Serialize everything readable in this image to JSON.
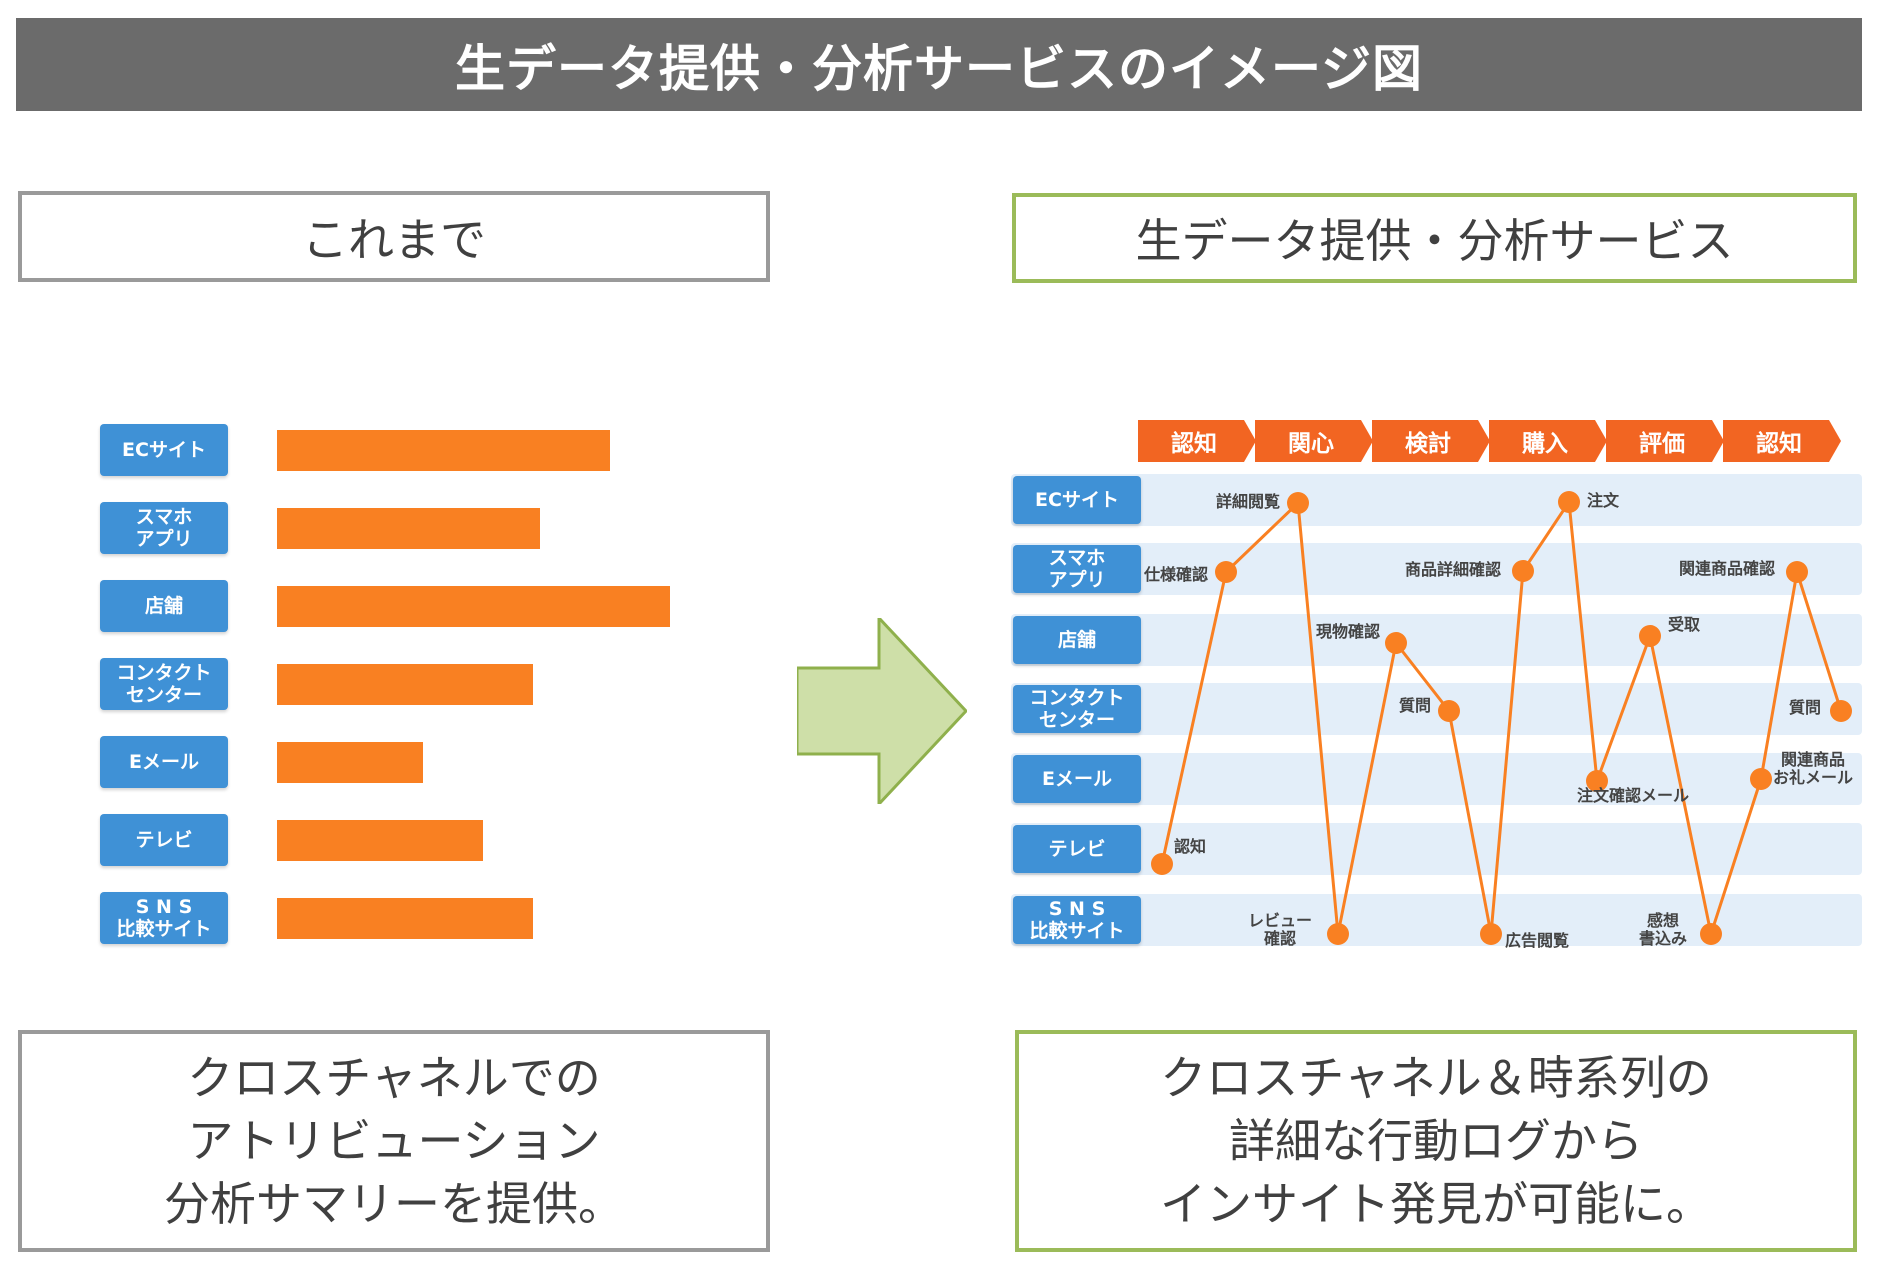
{
  "title": "生データ提供・分析サービスのイメージ図",
  "colors": {
    "title_bg": "#6b6b6b",
    "channel_blue": "#3f91d6",
    "orange": "#f98022",
    "lane_bg": "#e3eef9",
    "green_border": "#9bbb59",
    "arrow_fill": "#cedfa8"
  },
  "left": {
    "heading": "これまで",
    "description_lines": [
      "クロスチャネルでの",
      "アトリビューション",
      "分析サマリーを提供。"
    ]
  },
  "right": {
    "heading": "生データ提供・分析サービス",
    "description_lines": [
      "クロスチャネル＆時系列の",
      "詳細な行動ログから",
      "インサイト発見が可能に。"
    ]
  },
  "channels": [
    {
      "lines": [
        "ECサイト"
      ]
    },
    {
      "lines": [
        "スマホ",
        "アプリ"
      ]
    },
    {
      "lines": [
        "店舗"
      ]
    },
    {
      "lines": [
        "コンタクト",
        "センター"
      ]
    },
    {
      "lines": [
        "Eメール"
      ]
    },
    {
      "lines": [
        "テレビ"
      ]
    },
    {
      "lines": [
        "S N S",
        "比較サイト"
      ]
    }
  ],
  "chart_data": {
    "type": "bar",
    "orientation": "horizontal",
    "categories": [
      "ECサイト",
      "スマホアプリ",
      "店舗",
      "コンタクトセンター",
      "Eメール",
      "テレビ",
      "SNS比較サイト"
    ],
    "values": [
      333,
      263,
      393,
      256,
      146,
      206,
      256
    ],
    "axis_shown": false
  },
  "journey": {
    "stages": [
      "認知",
      "関心",
      "検討",
      "購入",
      "評価",
      "認知"
    ],
    "touchpoints": [
      {
        "label": [
          "認知"
        ],
        "channel": 5
      },
      {
        "label": [
          "仕様確認"
        ],
        "channel": 1
      },
      {
        "label": [
          "詳細閲覧"
        ],
        "channel": 0
      },
      {
        "label": [
          "レビュー",
          "確認"
        ],
        "channel": 6
      },
      {
        "label": [
          "現物確認"
        ],
        "channel": 2
      },
      {
        "label": [
          "質問"
        ],
        "channel": 3
      },
      {
        "label": [
          "広告閲覧"
        ],
        "channel": 6
      },
      {
        "label": [
          "商品詳細確認"
        ],
        "channel": 1
      },
      {
        "label": [
          "注文"
        ],
        "channel": 0
      },
      {
        "label": [
          "注文確認メール"
        ],
        "channel": 4
      },
      {
        "label": [
          "受取"
        ],
        "channel": 2
      },
      {
        "label": [
          "感想",
          "書込み"
        ],
        "channel": 6
      },
      {
        "label": [
          "関連商品",
          "お礼メール"
        ],
        "channel": 4
      },
      {
        "label": [
          "関連商品確認"
        ],
        "channel": 1
      },
      {
        "label": [
          "質問"
        ],
        "channel": 3
      }
    ]
  }
}
